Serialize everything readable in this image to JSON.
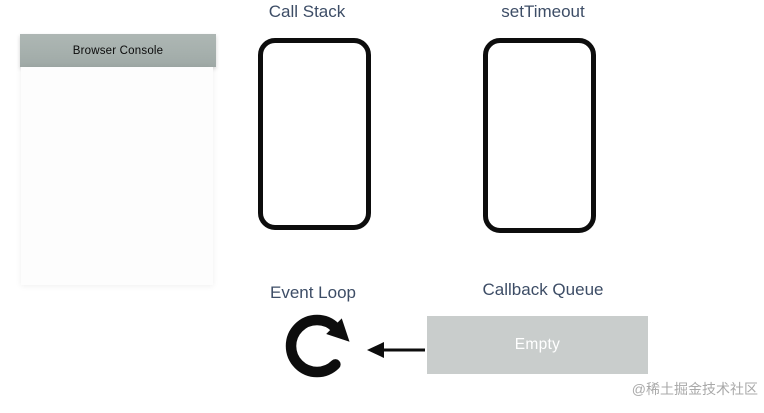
{
  "diagram": {
    "browser_console": {
      "title": "Browser Console",
      "content": ""
    },
    "call_stack": {
      "label": "Call Stack",
      "items": []
    },
    "set_timeout": {
      "label": "setTimeout",
      "items": []
    },
    "event_loop": {
      "label": "Event Loop",
      "icon": "clockwise-loop-arrow-icon"
    },
    "callback_queue": {
      "label": "Callback Queue",
      "status": "Empty"
    },
    "connector": {
      "icon": "left-arrow-icon",
      "meaning": "callback queue feeds event loop"
    }
  },
  "watermark": "@稀土掘金技术社区",
  "colors": {
    "title_text": "#3d4d66",
    "console_header_bg": "#a6b0ad",
    "console_body_bg": "#fdfdfd",
    "empty_box_bg": "#c9cdcc",
    "empty_box_text": "#ffffff",
    "shape_black": "#0d0d0d",
    "watermark_text": "#a9a9a9",
    "page_bg": "#ffffff"
  }
}
